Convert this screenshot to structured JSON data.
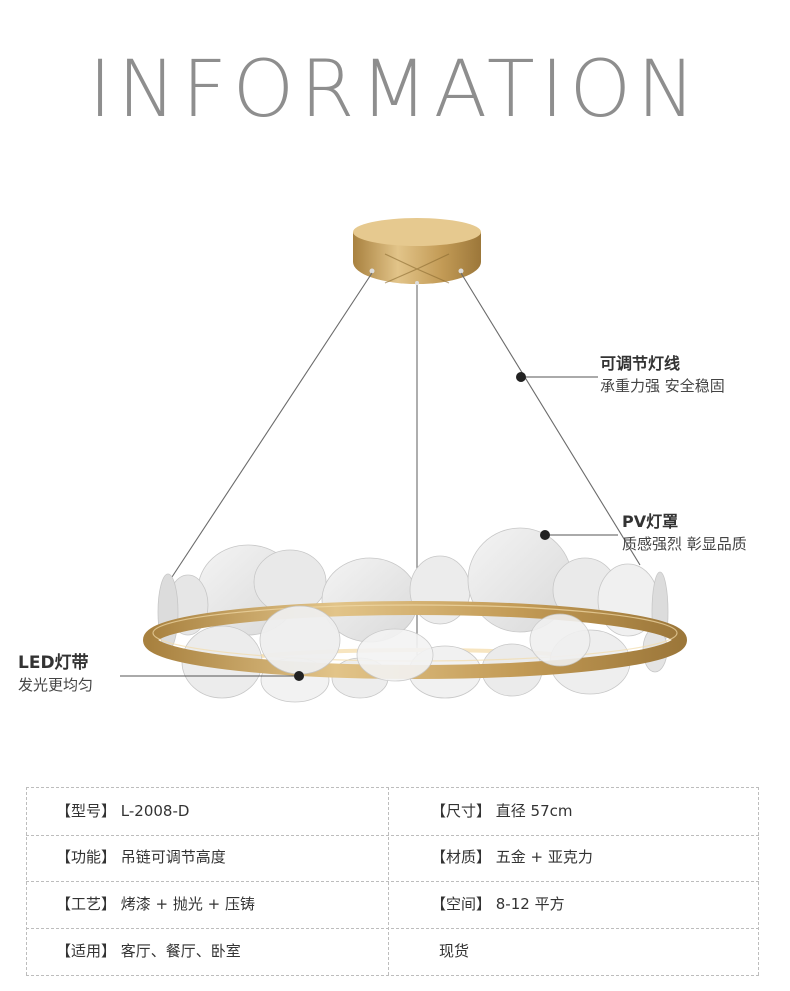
{
  "header": {
    "title": "INFORMATION"
  },
  "callouts": {
    "cord": {
      "title": "可调节灯线",
      "desc": "承重力强 安全稳固"
    },
    "shade": {
      "title": "PV灯罩",
      "desc": "质感强烈 彰显品质"
    },
    "led": {
      "title": "LED灯带",
      "desc": "发光更均匀"
    }
  },
  "colors": {
    "gold": "#c8a363",
    "line": "#555555",
    "dot": "#222222",
    "title": "#8e8e8e"
  },
  "specs": [
    {
      "left": "【型号】 L-2008-D",
      "right": "【尺寸】 直径 57cm"
    },
    {
      "left": "【功能】 吊链可调节高度",
      "right": "【材质】 五金 + 亚克力"
    },
    {
      "left": "【工艺】 烤漆 + 抛光 + 压铸",
      "right": "【空间】 8-12 平方"
    },
    {
      "left": "【适用】 客厅、餐厅、卧室",
      "right": "现货"
    }
  ]
}
